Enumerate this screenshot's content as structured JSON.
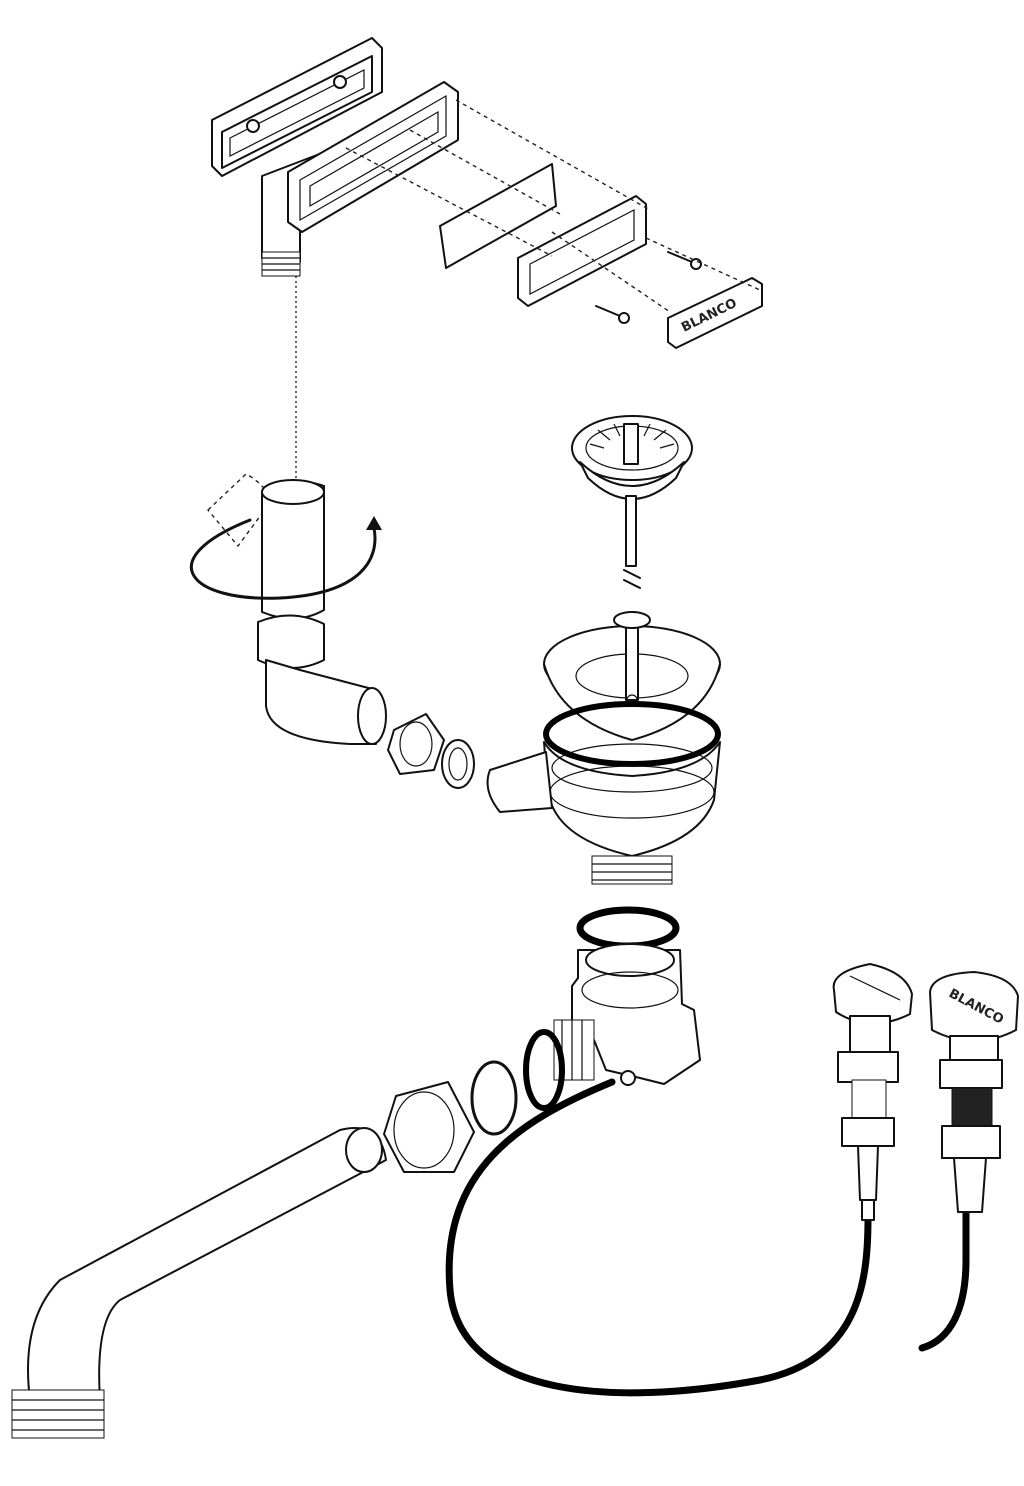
{
  "diagram": {
    "type": "exploded-assembly",
    "labels": {
      "overflow_cover_logo": "BLANCO",
      "knob_logo": "BLANCO"
    }
  }
}
